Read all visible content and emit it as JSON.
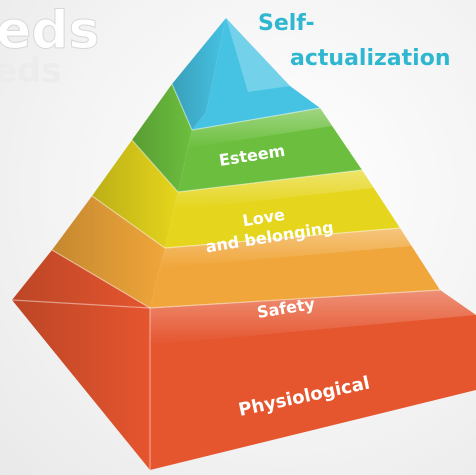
{
  "background_text": [
    "eds",
    "eds"
  ],
  "title_label": [
    "Self-",
    "actualization"
  ],
  "tiers": [
    {
      "label": [
        "Esteem"
      ],
      "color": "#6cbf3e"
    },
    {
      "label": [
        "Love",
        "and belonging"
      ],
      "color": "#e5d51c"
    },
    {
      "label": [
        "Safety"
      ],
      "color": "#f0a63a"
    },
    {
      "label": [
        "Physiological"
      ],
      "color": "#e5552e"
    }
  ],
  "apex_color": "#46c2e3",
  "colors": {
    "title": "#2fb7d0",
    "tier_text": "#ffffff"
  }
}
